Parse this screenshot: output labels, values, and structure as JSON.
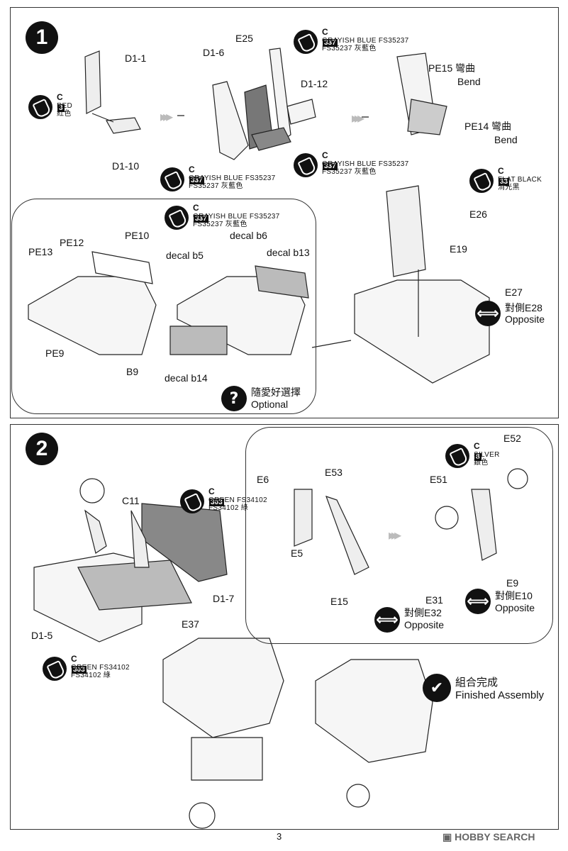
{
  "page_number": "3",
  "watermark": "HOBBY SEARCH",
  "step1": {
    "number": "1",
    "labels": {
      "d1_1": "D1-1",
      "d1_10": "D1-10",
      "d1_6": "D1-6",
      "e25": "E25",
      "d1_12": "D1-12",
      "pe15": "PE15 彎曲",
      "bend1": "Bend",
      "pe14": "PE14 彎曲",
      "bend2": "Bend",
      "e26": "E26",
      "e19": "E19",
      "e27": "E27",
      "opp_e28_cn": "對側E28",
      "opp_e28_en": "Opposite",
      "pe13": "PE13",
      "pe12": "PE12",
      "pe10": "PE10",
      "pe9": "PE9",
      "b9": "B9",
      "decal_b5": "decal b5",
      "decal_b6": "decal b6",
      "decal_b13": "decal b13",
      "decal_b14": "decal b14",
      "optional_cn": "隨愛好選擇",
      "optional_en": "Optional"
    },
    "paints": {
      "red": {
        "code": "C",
        "num": "3",
        "line1": "RED",
        "line2": "紅色"
      },
      "gb1": {
        "code": "C",
        "num": "337",
        "line1": "GRAYISH BLUE FS35237",
        "line2": "FS35237 灰藍色"
      },
      "gb2": {
        "code": "C",
        "num": "337",
        "line1": "GRAYISH BLUE FS35237",
        "line2": "FS35237 灰藍色"
      },
      "gb3": {
        "code": "C",
        "num": "337",
        "line1": "GRAYISH BLUE FS35237",
        "line2": "FS35237 灰藍色"
      },
      "gb4": {
        "code": "C",
        "num": "337",
        "line1": "GRAYISH BLUE FS35237",
        "line2": "FS35237 灰藍色"
      },
      "black": {
        "code": "C",
        "num": "33",
        "line1": "FLAT BLACK",
        "line2": "消光黑"
      }
    }
  },
  "step2": {
    "number": "2",
    "labels": {
      "c11": "C11",
      "d1_7": "D1-7",
      "d1_5": "D1-5",
      "e37": "E37",
      "e6": "E6",
      "e53": "E53",
      "e5": "E5",
      "e15": "E15",
      "e52": "E52",
      "e51": "E51",
      "e9": "E9",
      "e31": "E31",
      "opp_e32_cn": "對側E32",
      "opp_e32_en": "Opposite",
      "opp_e10_cn": "對側E10",
      "opp_e10_en": "Opposite",
      "finished_cn": "組合完成",
      "finished_en": "Finished Assembly"
    },
    "paints": {
      "green1": {
        "code": "C",
        "num": "303",
        "line1": "GREEN FS34102",
        "line2": "FS34102 綠"
      },
      "green2": {
        "code": "C",
        "num": "303",
        "line1": "GREEN FS34102",
        "line2": "FS34102 綠"
      },
      "silver": {
        "code": "C",
        "num": "8",
        "line1": "SILVER",
        "line2": "銀色"
      }
    }
  },
  "icons": {
    "paint": "paint-brush-icon",
    "opposite": "double-arrow-icon",
    "optional": "question-icon",
    "check": "check-icon"
  }
}
